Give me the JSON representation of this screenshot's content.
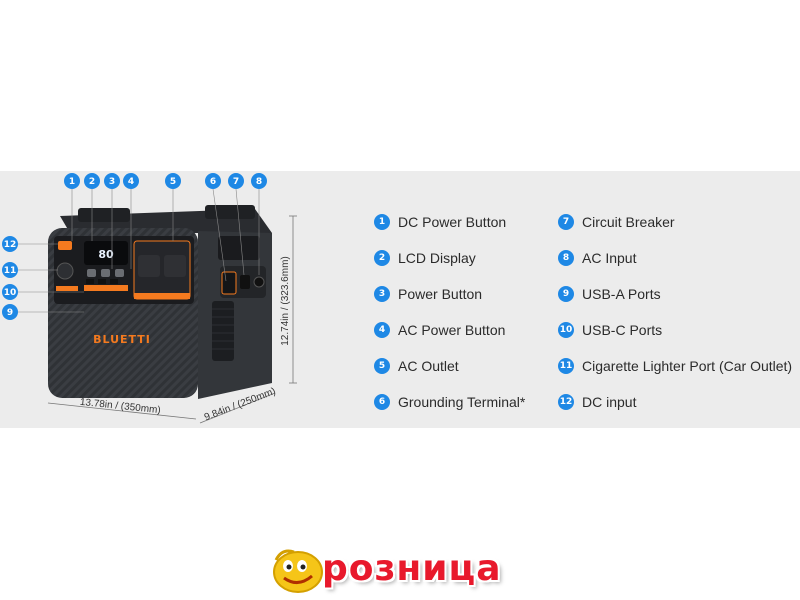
{
  "colors": {
    "badge": "#1e88e5",
    "accent_orange": "#f47a1f",
    "brand_red": "#e8192c",
    "panel_bg": "#ececec"
  },
  "device": {
    "brand": "BLUETTI",
    "width_dim": "13.78in / (350mm)",
    "depth_dim": "9.84in / (250mm)",
    "height_dim": "12.74in / (323.6mm)",
    "callouts": [
      "1",
      "2",
      "3",
      "4",
      "5",
      "6",
      "7",
      "8",
      "9",
      "10",
      "11",
      "12"
    ],
    "screen_value": "80"
  },
  "legend": [
    {
      "num": "1",
      "label": "DC Power Button"
    },
    {
      "num": "2",
      "label": "LCD Display"
    },
    {
      "num": "3",
      "label": "Power Button"
    },
    {
      "num": "4",
      "label": "AC Power Button"
    },
    {
      "num": "5",
      "label": "AC Outlet"
    },
    {
      "num": "6",
      "label": "Grounding Terminal*"
    },
    {
      "num": "7",
      "label": "Circuit Breaker"
    },
    {
      "num": "8",
      "label": "AC Input"
    },
    {
      "num": "9",
      "label": "USB-A Ports"
    },
    {
      "num": "10",
      "label": "USB-C Ports"
    },
    {
      "num": "11",
      "label": "Cigarette Lighter Port (Car Outlet)"
    },
    {
      "num": "12",
      "label": "DC input"
    }
  ],
  "logo": {
    "text": "розница",
    "mascot": "smiley-mascot-icon"
  }
}
